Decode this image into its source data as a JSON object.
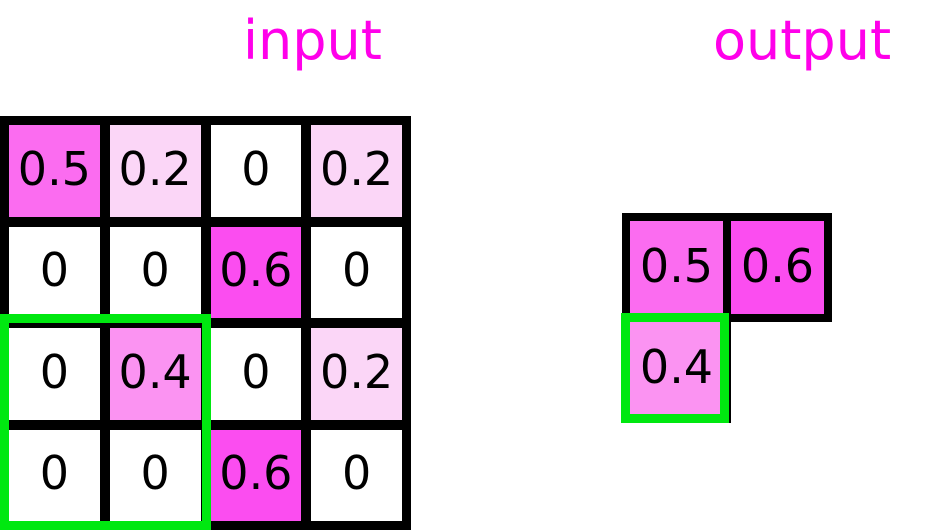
{
  "titles": {
    "input": "input",
    "output": "output"
  },
  "colors": {
    "title": "#ff00ea",
    "selection": "#00e810",
    "grid_line": "#000000",
    "empty_cell": "#ffffff",
    "v02": "#fbd6f7",
    "v04": "#fb93f2",
    "v05": "#fb6cf0",
    "v06": "#fb4df0",
    "text": "#000000"
  },
  "input_grid": {
    "rows": 4,
    "cols": 4,
    "cells": [
      [
        {
          "value": "0.5",
          "shade": "v05"
        },
        {
          "value": "0.2",
          "shade": "v02"
        },
        {
          "value": "0",
          "shade": "zero"
        },
        {
          "value": "0.2",
          "shade": "v02"
        }
      ],
      [
        {
          "value": "0",
          "shade": "zero"
        },
        {
          "value": "0",
          "shade": "zero"
        },
        {
          "value": "0.6",
          "shade": "v06"
        },
        {
          "value": "0",
          "shade": "zero"
        }
      ],
      [
        {
          "value": "0",
          "shade": "zero"
        },
        {
          "value": "0.4",
          "shade": "v04"
        },
        {
          "value": "0",
          "shade": "zero"
        },
        {
          "value": "0.2",
          "shade": "v02"
        }
      ],
      [
        {
          "value": "0",
          "shade": "zero"
        },
        {
          "value": "0",
          "shade": "zero"
        },
        {
          "value": "0.6",
          "shade": "v06"
        },
        {
          "value": "0",
          "shade": "zero"
        }
      ]
    ],
    "selection": {
      "row_start": 3,
      "row_end": 4,
      "col_start": 1,
      "col_end": 2
    }
  },
  "output_grid": {
    "rows": 2,
    "cols": 2,
    "cells": [
      [
        {
          "value": "0.5",
          "shade": "v05"
        },
        {
          "value": "0.6",
          "shade": "v06"
        }
      ],
      [
        {
          "value": "0.4",
          "shade": "v04"
        },
        {
          "value": "",
          "shade": "blank"
        }
      ]
    ],
    "selection": {
      "row": 2,
      "col": 1
    }
  }
}
